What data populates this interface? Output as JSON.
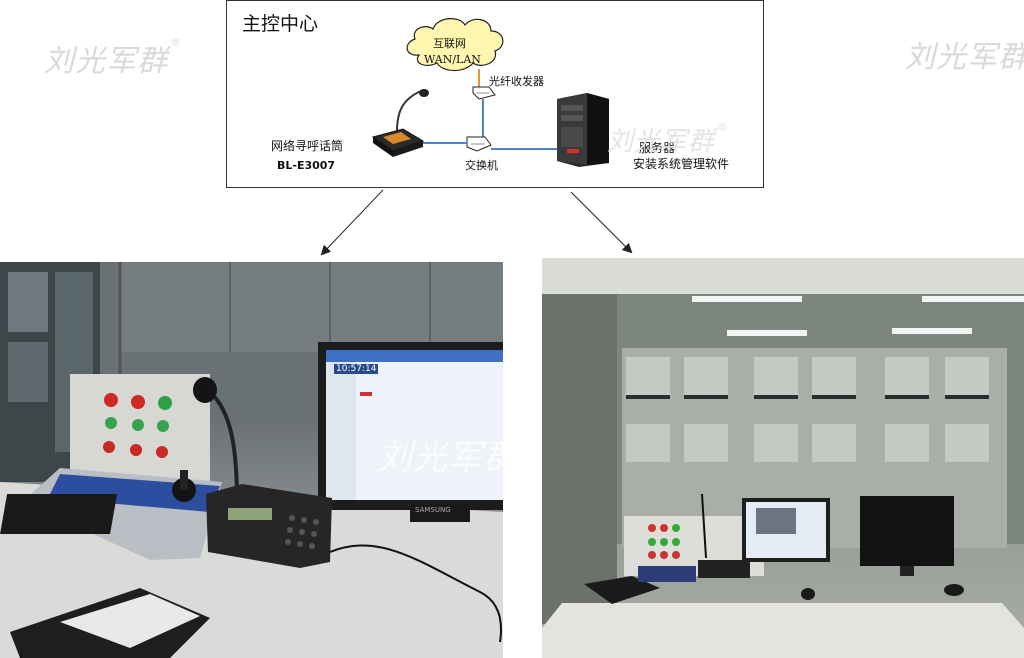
{
  "watermark": {
    "text": "刘光军群",
    "reg": "®"
  },
  "diagram": {
    "title": "主控中心",
    "cloud_line1": "互联网",
    "cloud_line2": "WAN/LAN",
    "fiber_label": "光纤收发器",
    "mic_label_line1": "网络寻呼话筒",
    "mic_label_line2": "BL-E3007",
    "switch_label": "交换机",
    "server_label_line1": "服务器",
    "server_label_line2": "安装系统管理软件"
  },
  "photo_left": {
    "monitor_time": "10:57:14",
    "monitor_brand": "SAMSUNG"
  },
  "colors": {
    "link_blue": "#4a86c5",
    "fiber_orange": "#e09a3c",
    "cloud_fill": "#fff7b0"
  }
}
